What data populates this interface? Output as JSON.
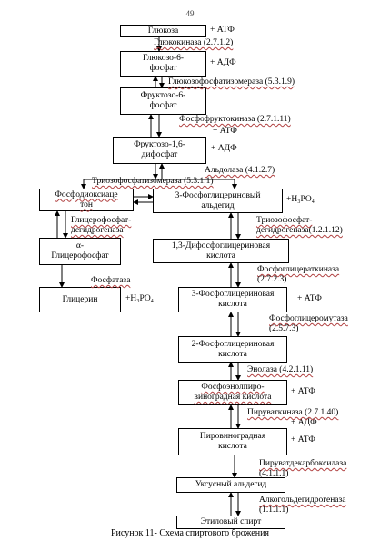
{
  "page_number": "49",
  "caption": "Рисунок 11- Схема спиртового брожения",
  "boxes": {
    "b1": "Глюкоза",
    "b2_l1": "Глюкозо-6-",
    "b2_l2": "фосфат",
    "b3_l1": "Фруктозо-6-",
    "b3_l2": "фосфат",
    "b4_l1": "Фруктозо-1,6-",
    "b4_l2": "дифосфат",
    "b5_l1": "Фосфодиоксиаце",
    "b5_l2": "тон",
    "b6_l1": "3-Фосфоглицериновый",
    "b6_l2": "альдегид",
    "b7_l1": "α-",
    "b7_l2": "Глицерофосфат",
    "b8_l1": "1,3-Дифосфоглицериновая",
    "b8_l2": "кислота",
    "b9": "Глицерин",
    "b10_l1": "3-Фосфоглицериновая",
    "b10_l2": "кислота",
    "b11_l1": "2-Фосфоглицериновая",
    "b11_l2": "кислота",
    "b12_l1": "Фосфоэнолпиро-",
    "b12_l2": "виноградная  кислота",
    "b13_l1": "Пировиноградная",
    "b13_l2": "кислота",
    "b14": "Уксусный альдегид",
    "b15": "Этиловый спирт"
  },
  "labels": {
    "atf": "+ АТФ",
    "adf": "+ АДФ",
    "h3po4": "+H₃PO₄",
    "atf_small": "+ АТФ"
  },
  "enzymes": {
    "e1": "Глюкокиназа (2.7.1.2)",
    "e2": "Глюкозофосфатизомераза  (5.3.1.9)",
    "e3": "Фосфофруктокиназа (2.7.1.11)",
    "e4": "Альдолаза (4.1.2.7)",
    "e5": "Триозофосфатизомераза (5.3.1.1)",
    "e6_l1": "Глицерофосфат-",
    "e6_l2": "дегидрогеназа",
    "e7_l1": "Триозофосфат-",
    "e7_l2": "дегидрогеназа(1.2.1.12)",
    "e8": "Фосфатаза",
    "e9_l1": "Фосфоглицераткиназа",
    "e9_l2": "(2.7.2.3)",
    "e10_l1": "Фосфоглицеромутаза",
    "e10_l2": "(2.5.7.3)",
    "e11": "Энолаза (4.2.1.11)",
    "e12": "Пируваткиназа (2.7.1.40)",
    "e13_l1": "Пируватдекарбоксилаза",
    "e13_l2": "(4.1.1.1)",
    "e14_l1": "Алкогольдегидрогеназа",
    "e14_l2": "(1.1.1.1)"
  }
}
